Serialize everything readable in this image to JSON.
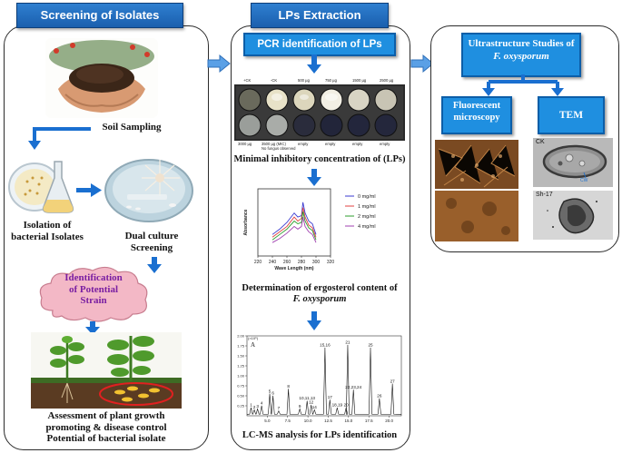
{
  "screening": {
    "title": "Screening of Isolates",
    "soil_label": "Soil Sampling",
    "isolation_label_1": "Isolation of",
    "isolation_label_2": "bacterial Isolates",
    "dual_label_1": "Dual culture",
    "dual_label_2": "Screening",
    "identification_1": "Identification",
    "identification_2": "of Potential",
    "identification_3": "Strain",
    "assessment_1": "Assessment of plant growth",
    "assessment_2": "promoting & disease control",
    "assessment_3": "Potential of bacterial isolate"
  },
  "extraction": {
    "title": "LPs Extraction",
    "pcr_label": "PCR identification of LPs",
    "plate_top": [
      "+CK",
      "-CK",
      "500 µg",
      "750 µg",
      "1500 µg",
      "2500 µg"
    ],
    "plate_bottom": [
      "3000 µg",
      "3500 µg (MIC)",
      "empty",
      "empty",
      "empty",
      "empty"
    ],
    "plate_bottom_note": "No fungus observed",
    "mic_label": "Minimal inhibitory concentration of (LPs)",
    "ergo_label_1": "Determination of ergosterol content of",
    "ergo_label_2": "F. oxysporum",
    "lcms_label": "LC-MS analysis for LPs identification"
  },
  "ultra": {
    "title_1": "Ultrastructure Studies of",
    "title_2": "F. oxysporum",
    "fluor_1": "Fluorescent",
    "fluor_2": "microscopy",
    "tem": "TEM",
    "tem_top_label": "CK",
    "tem_bottom_label": "Sh-17",
    "tem_cw": "CW"
  },
  "chart_data": [
    {
      "type": "line",
      "xlabel": "Wave Length (nm)",
      "ylabel": "Absorbance",
      "xlim": [
        220,
        320
      ],
      "ylim": [
        0,
        5
      ],
      "xticks": [
        220,
        240,
        260,
        280,
        300,
        320
      ],
      "x": [
        240,
        250,
        260,
        270,
        275,
        280,
        282,
        285,
        290,
        295,
        300
      ],
      "series": [
        {
          "name": "0 mg/ml",
          "color": "#3a3ad0",
          "values": [
            1.6,
            2.0,
            2.5,
            3.2,
            2.9,
            3.0,
            4.0,
            3.2,
            2.6,
            2.4,
            1.6
          ]
        },
        {
          "name": "1 mg/ml",
          "color": "#e04040",
          "values": [
            1.4,
            1.8,
            2.2,
            2.9,
            2.6,
            2.8,
            3.6,
            2.9,
            2.3,
            2.1,
            1.4
          ]
        },
        {
          "name": "2 mg/ml",
          "color": "#2e9e2e",
          "values": [
            1.2,
            1.6,
            2.0,
            2.6,
            2.4,
            2.5,
            3.3,
            2.6,
            2.1,
            1.9,
            1.2
          ]
        },
        {
          "name": "4 mg/ml",
          "color": "#a040b0",
          "values": [
            1.0,
            1.3,
            1.7,
            2.2,
            2.0,
            2.2,
            2.9,
            2.2,
            1.8,
            1.6,
            1.0
          ]
        }
      ]
    },
    {
      "type": "line",
      "ylabel_top": "(×10⁶)",
      "panel_label": "A",
      "xlim": [
        2.5,
        21.5
      ],
      "ylim": [
        0,
        2.0
      ],
      "xticks": [
        5.0,
        7.5,
        10.0,
        12.5,
        15.0,
        17.5,
        20.0
      ],
      "yticks": [
        0.25,
        0.5,
        0.75,
        1.0,
        1.25,
        1.5,
        1.75,
        2.0
      ],
      "peaks": [
        {
          "label": "1",
          "x": 3.0,
          "y": 0.2
        },
        {
          "label": "2",
          "x": 3.4,
          "y": 0.15
        },
        {
          "label": "3",
          "x": 3.8,
          "y": 0.17
        },
        {
          "label": "4",
          "x": 4.3,
          "y": 0.25
        },
        {
          "label": "5",
          "x": 5.3,
          "y": 0.55
        },
        {
          "label": "6",
          "x": 5.7,
          "y": 0.5
        },
        {
          "label": "7",
          "x": 6.4,
          "y": 0.12
        },
        {
          "label": "8",
          "x": 7.6,
          "y": 0.67
        },
        {
          "label": "9",
          "x": 9.0,
          "y": 0.17
        },
        {
          "label": "10,11,13",
          "x": 9.9,
          "y": 0.37
        },
        {
          "label": "12",
          "x": 10.4,
          "y": 0.27
        },
        {
          "label": "14",
          "x": 10.8,
          "y": 0.15
        },
        {
          "label": "15,16",
          "x": 12.1,
          "y": 1.7
        },
        {
          "label": "17",
          "x": 12.7,
          "y": 0.4
        },
        {
          "label": "18,19",
          "x": 13.6,
          "y": 0.2
        },
        {
          "label": "20",
          "x": 14.7,
          "y": 0.2
        },
        {
          "label": "21",
          "x": 14.9,
          "y": 1.77
        },
        {
          "label": "22,23,24",
          "x": 15.6,
          "y": 0.65
        },
        {
          "label": "25",
          "x": 17.7,
          "y": 1.7
        },
        {
          "label": "26",
          "x": 18.8,
          "y": 0.43
        },
        {
          "label": "27",
          "x": 20.4,
          "y": 0.8
        }
      ]
    }
  ]
}
